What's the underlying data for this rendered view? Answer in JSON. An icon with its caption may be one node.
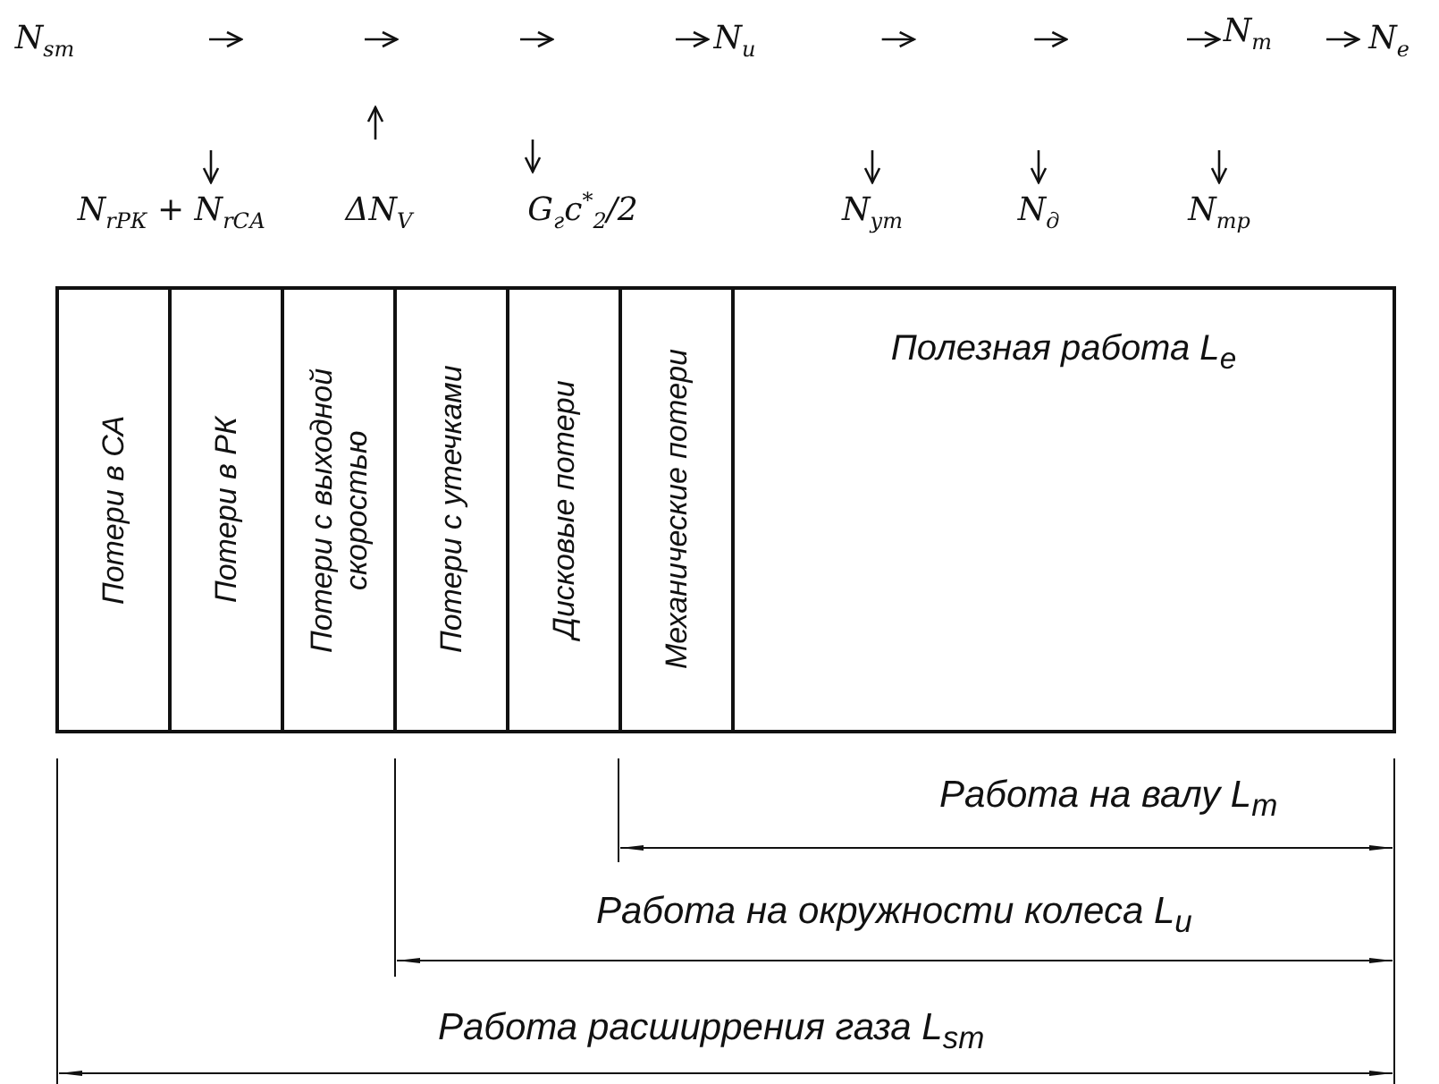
{
  "diagram": {
    "nodes": [
      {
        "text": [
          "N$_{sт}$"
        ]
      },
      {
        "text": [
          "N$_{u}$"
        ]
      },
      {
        "text": [
          "N$_{т}$"
        ]
      },
      {
        "text": [
          "N$_{e}$"
        ]
      },
      {
        "text": [
          "N$_{rРК}$ + N$_{rСА}$"
        ]
      },
      {
        "text": [
          "ΔN$_{V}$"
        ]
      },
      {
        "text": [
          "G$_{г}$c$^{*}$$_{2}$/2"
        ]
      },
      {
        "text": [
          "N$_{ут}$"
        ]
      },
      {
        "text": [
          "N$_{д}$"
        ]
      },
      {
        "text": [
          "N$_{тр}$"
        ]
      },
      {
        "text": [
          "Потери в СА"
        ]
      },
      {
        "text": [
          "Потери в РК"
        ]
      },
      {
        "text": [
          "Потери с выходной скоростью"
        ]
      },
      {
        "text": [
          "Потери с утечками"
        ]
      },
      {
        "text": [
          "Дисковые потери"
        ]
      },
      {
        "text": [
          "Механические потери"
        ]
      },
      {
        "text": [
          "Полезная работа L$_{e}$"
        ]
      }
    ],
    "edges": [
      {
        "from": 0,
        "to": 1,
        "arrow": "to"
      },
      {
        "from": 1,
        "to": 2,
        "arrow": "to"
      },
      {
        "from": 2,
        "to": 3,
        "arrow": "to"
      },
      {
        "from": null,
        "to": 4,
        "arrow": "to"
      },
      {
        "from": 5,
        "to": null,
        "arrow": "to"
      },
      {
        "from": null,
        "to": 6,
        "arrow": "to"
      },
      {
        "from": null,
        "to": 7,
        "arrow": "to"
      },
      {
        "from": null,
        "to": 8,
        "arrow": "to"
      },
      {
        "from": null,
        "to": 9,
        "arrow": "to"
      }
    ],
    "labels": [
      "Работа на валу L$_{т}$",
      "Работа на окружности колеса L$_{u}$",
      "Работа расширрения газа L$_{sт}$"
    ]
  }
}
